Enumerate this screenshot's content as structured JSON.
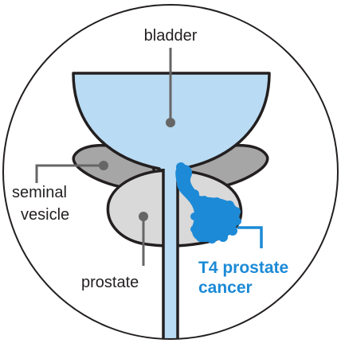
{
  "labels": {
    "bladder": "bladder",
    "seminal_vesicle_line1": "seminal",
    "seminal_vesicle_line2": "vesicle",
    "prostate": "prostate",
    "cancer_line1": "T4 prostate",
    "cancer_line2": "cancer"
  },
  "colors": {
    "outline": "#231f20",
    "bladder_fill": "#b9dbf3",
    "prostate_fill": "#d9d9d9",
    "vesicle_fill": "#a6a6a6",
    "tumor": "#1c8ad6",
    "callout": "#666666"
  }
}
